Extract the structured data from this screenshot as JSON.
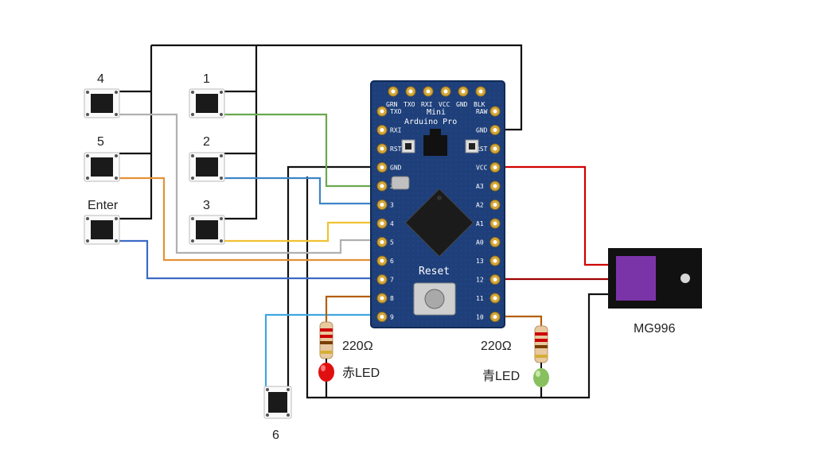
{
  "buttons": [
    {
      "id": "4",
      "label": "4"
    },
    {
      "id": "5",
      "label": "5"
    },
    {
      "id": "enter",
      "label": "Enter"
    },
    {
      "id": "1",
      "label": "1"
    },
    {
      "id": "2",
      "label": "2"
    },
    {
      "id": "3",
      "label": "3"
    },
    {
      "id": "6",
      "label": "6"
    }
  ],
  "board": {
    "title_line1": "Mini",
    "title_line2": "Arduino Pro",
    "reset_label": "Reset",
    "top_pins": [
      "GRN",
      "TXO",
      "RXI",
      "VCC",
      "GND",
      "BLK"
    ],
    "top_labels": [
      "GRN",
      "TXO",
      "RXI",
      "VCC",
      "GND",
      "BLK"
    ],
    "right_pins": [
      "RAW",
      "GND",
      "RST",
      "VCC",
      "A3",
      "A2",
      "A1",
      "A0",
      "13",
      "12",
      "11",
      "10"
    ],
    "left_pins": [
      "TXO",
      "RXI",
      "RST",
      "GND",
      "2",
      "3",
      "4",
      "5",
      "6",
      "7",
      "8",
      "9"
    ]
  },
  "servo": {
    "label": "MG996"
  },
  "resistors": [
    {
      "id": "r1",
      "label": "220Ω"
    },
    {
      "id": "r2",
      "label": "220Ω"
    }
  ],
  "leds": [
    {
      "id": "red",
      "label": "赤LED",
      "color": "#e01010"
    },
    {
      "id": "blue",
      "label": "青LED",
      "color": "#88c060"
    }
  ],
  "wire_colors": {
    "black": "#111111",
    "green": "#6aa84f",
    "gray": "#b0b0b0",
    "orange": "#e69138",
    "yellow": "#f1c232",
    "blue": "#3d85c6",
    "lightblue": "#3fa7e0",
    "darkblue": "#3c6ac4",
    "red": "#d00000",
    "brown": "#b45f06"
  }
}
